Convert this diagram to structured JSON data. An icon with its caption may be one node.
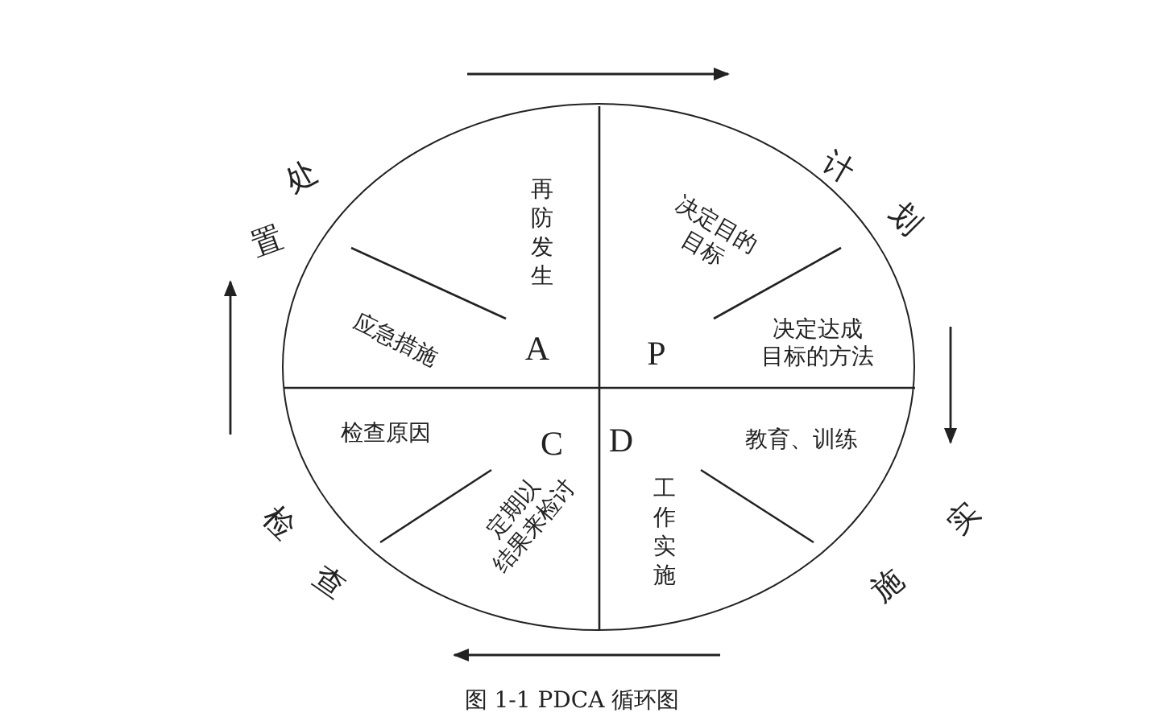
{
  "diagram": {
    "caption": "图 1-1 PDCA 循环图",
    "nodes": [
      {
        "text": [],
        "shape": "ellipse"
      },
      {
        "text": [
          "再防发生",
          "应急措施",
          "A"
        ],
        "in": 0
      },
      {
        "text": [
          "决定目的目标",
          "P",
          "决定达成目标的方法"
        ],
        "in": 0
      },
      {
        "text": [
          "检查原因",
          "C",
          "定期以结果来检讨"
        ],
        "in": 0
      },
      {
        "text": [
          "D",
          "教育、训练",
          "工作实施"
        ],
        "in": 0
      }
    ],
    "labels": [
      "处置",
      "计划",
      "实施",
      "检查"
    ]
  }
}
